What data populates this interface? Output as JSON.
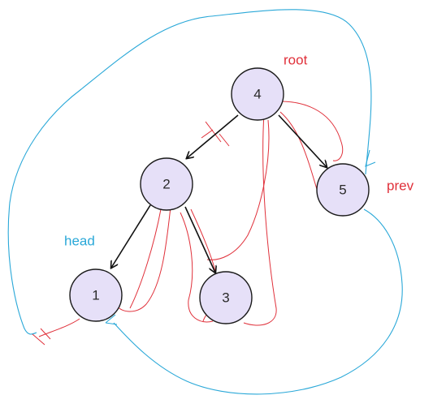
{
  "nodes": [
    {
      "id": "n4",
      "label": "4"
    },
    {
      "id": "n2",
      "label": "2"
    },
    {
      "id": "n5",
      "label": "5"
    },
    {
      "id": "n1",
      "label": "1"
    },
    {
      "id": "n3",
      "label": "3"
    }
  ],
  "labels": {
    "root": "root",
    "prev": "prev",
    "head": "head"
  },
  "colors": {
    "node_fill": "#e6e0f8",
    "tree_edge": "#111111",
    "red_annotation": "#e0303a",
    "blue_annotation": "#2aa8d8"
  }
}
